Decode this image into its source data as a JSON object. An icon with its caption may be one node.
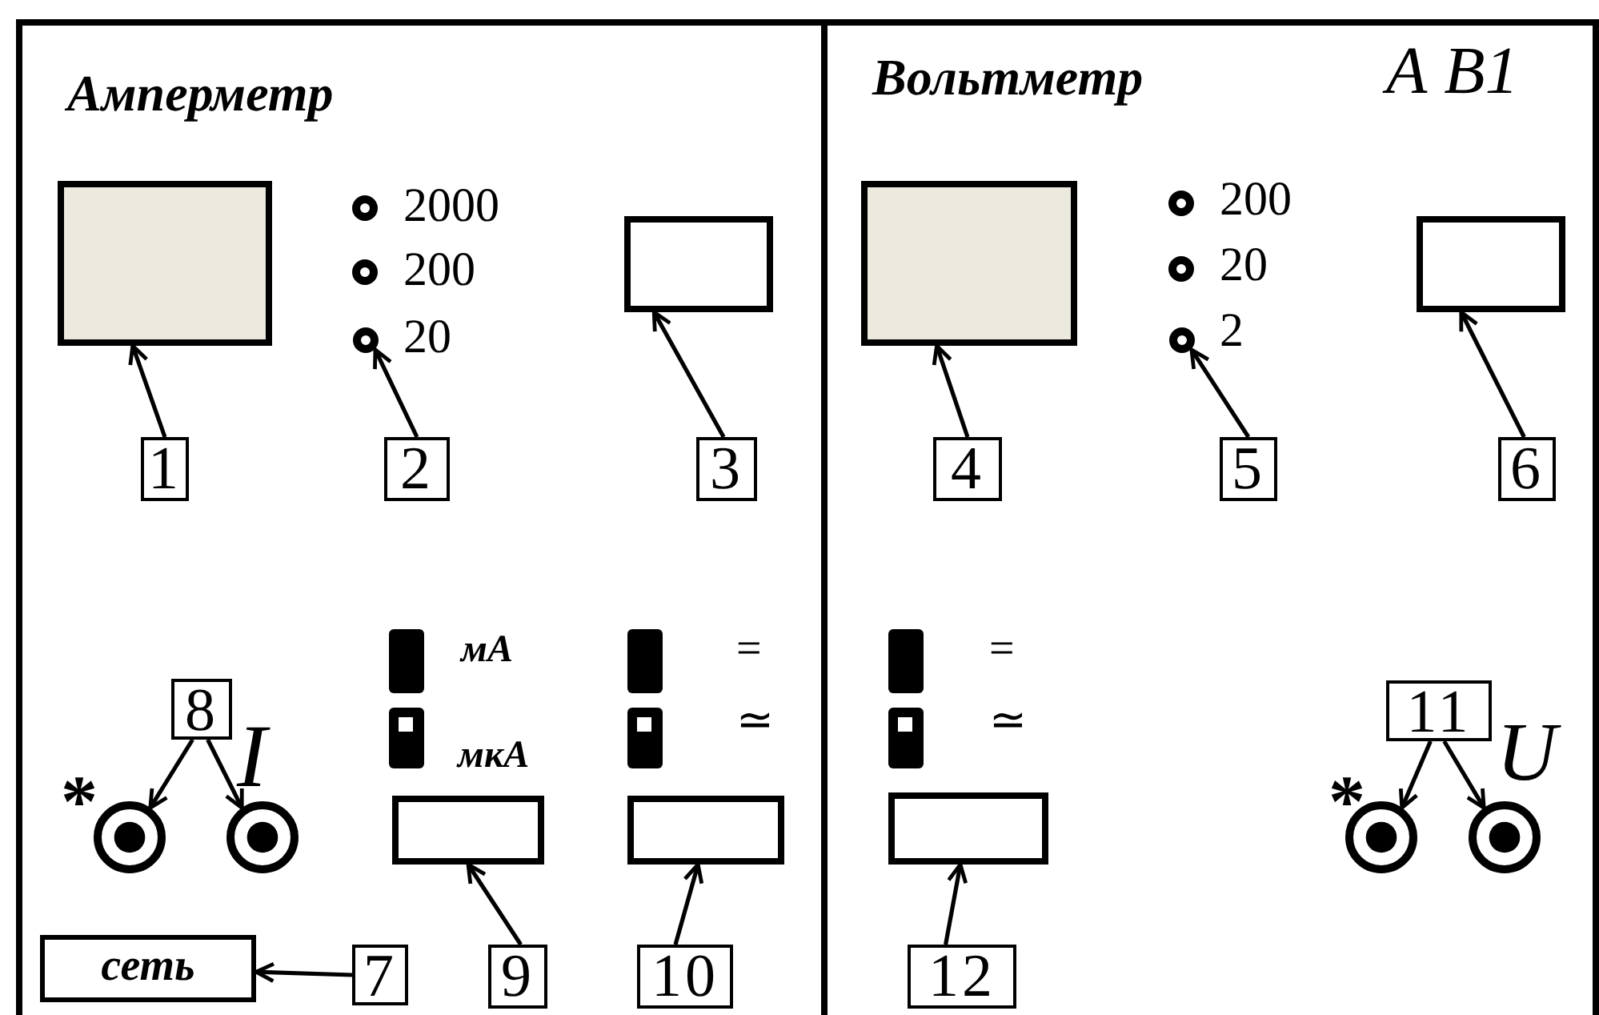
{
  "diagram": {
    "nodes": [
      {
        "text": [
          "Амперметр"
        ]
      },
      {
        "text": [
          "Вольтметр"
        ]
      },
      {
        "text": [],
        "shape": "box",
        "in": 0
      },
      {
        "text": [],
        "shape": "circle",
        "in": 0
      },
      {
        "text": [],
        "shape": "box",
        "in": 0
      },
      {
        "text": [
          "1"
        ],
        "in": 0
      },
      {
        "text": [
          "2"
        ],
        "in": 0
      },
      {
        "text": [
          "3"
        ],
        "in": 0
      },
      {
        "text": [
          "8"
        ],
        "in": 0
      },
      {
        "text": [],
        "shape": "circle",
        "in": 0
      },
      {
        "text": [],
        "shape": "circle",
        "in": 0
      },
      {
        "text": [],
        "shape": "box",
        "in": 0
      },
      {
        "text": [],
        "shape": "box",
        "in": 0
      },
      {
        "text": [
          "сеть"
        ],
        "in": 0
      },
      {
        "text": [
          "7"
        ],
        "in": 0
      },
      {
        "text": [
          "9"
        ],
        "in": 0
      },
      {
        "text": [
          "10"
        ],
        "in": 0
      },
      {
        "text": [],
        "shape": "box",
        "in": 1
      },
      {
        "text": [],
        "shape": "circle",
        "in": 1
      },
      {
        "text": [],
        "shape": "box",
        "in": 1
      },
      {
        "text": [
          "4"
        ],
        "in": 1
      },
      {
        "text": [
          "5"
        ],
        "in": 1
      },
      {
        "text": [
          "6"
        ],
        "in": 1
      },
      {
        "text": [],
        "shape": "box",
        "in": 1
      },
      {
        "text": [
          "11"
        ],
        "in": 1
      },
      {
        "text": [],
        "shape": "circle",
        "in": 1
      },
      {
        "text": [],
        "shape": "circle",
        "in": 1
      },
      {
        "text": [
          "12"
        ],
        "in": 1
      }
    ],
    "edges": [
      {
        "from": 5,
        "to": 2,
        "arrow": "to"
      },
      {
        "from": 6,
        "to": 3,
        "arrow": "to"
      },
      {
        "from": 7,
        "to": 4,
        "arrow": "to"
      },
      {
        "from": 8,
        "to": 9,
        "arrow": "to"
      },
      {
        "from": 8,
        "to": 10,
        "arrow": "to"
      },
      {
        "from": 14,
        "to": 13,
        "arrow": "to"
      },
      {
        "from": 15,
        "to": 11,
        "arrow": "to"
      },
      {
        "from": 16,
        "to": 12,
        "arrow": "to"
      },
      {
        "from": 20,
        "to": 17,
        "arrow": "to"
      },
      {
        "from": 21,
        "to": 18,
        "arrow": "to"
      },
      {
        "from": 22,
        "to": 19,
        "arrow": "to"
      },
      {
        "from": 27,
        "to": 23,
        "arrow": "to"
      },
      {
        "from": 24,
        "to": 25,
        "arrow": "to"
      },
      {
        "from": 24,
        "to": 26,
        "arrow": "to"
      }
    ],
    "labels": [
      "А В1",
      "2000",
      "200",
      "20",
      "200",
      "20",
      "2",
      "мА",
      "мкА",
      "=",
      "≃",
      "=",
      "≃",
      "*",
      "I",
      "*",
      "U"
    ]
  }
}
